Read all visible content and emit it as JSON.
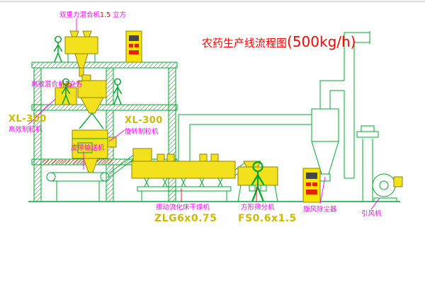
{
  "meta": {
    "description": "CAD process-flow diagram of a pesticide production line",
    "diagram_type": "process-flow"
  },
  "colors": {
    "background": "#ffffff",
    "line_green": "#00a832",
    "machine_yellow": "#f2e11c",
    "machine_outline": "#8f8400",
    "label_magenta": "#ff00ff",
    "label_yellow": "#cdb900",
    "accent_red": "#ff0000"
  },
  "title": {
    "text": "农药生产线流程图",
    "capacity": "(500kg/h)"
  },
  "labels": {
    "top_mixer": {
      "prefix": "双重力混合机",
      "capacity": "1.5",
      "suffix": " 立方"
    },
    "mid_mixer": {
      "prefix": "高效混合机",
      "capacity": "3",
      "suffix": "立方"
    },
    "left_granulator": {
      "model": "XL-300",
      "name": "高效制粒机"
    },
    "center_granulator": {
      "model": "XL-300",
      "name": "旋转制粒机"
    },
    "belt_conveyor": {
      "name": "皮带输送机"
    },
    "dryer": {
      "name": "振动流化床干燥机",
      "model": "ZLG6x0.75"
    },
    "sieve": {
      "name": "方形筛分机",
      "model": "FS0.6x1.5"
    },
    "cyclone": {
      "name": "旋风除尘器"
    },
    "fan": {
      "name": "引风机"
    }
  }
}
